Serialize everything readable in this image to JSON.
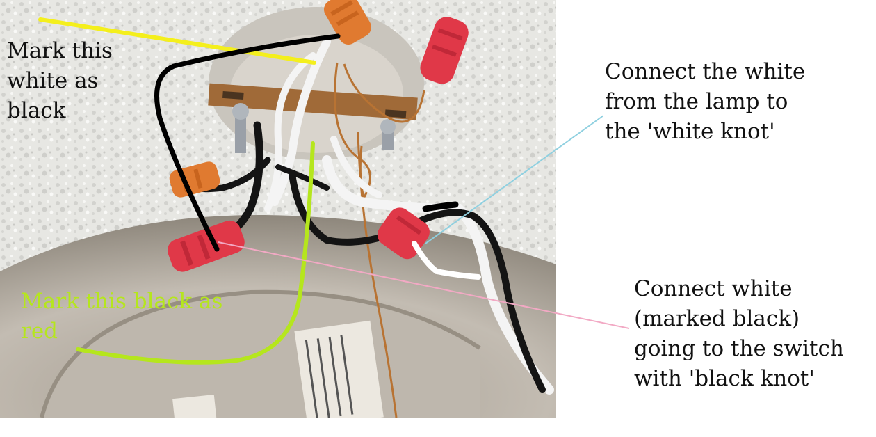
{
  "annotations": {
    "white_to_black": {
      "text": "Mark this\nwhite as\nblack",
      "color": "#111111"
    },
    "black_to_red": {
      "text": "Mark this black as\nred",
      "color": "#b5e61d"
    },
    "white_lamp": {
      "text": "Connect the white\nfrom the lamp to\nthe 'white knot'",
      "color": "#111111"
    },
    "switch": {
      "text": "Connect white\n(marked black)\ngoing to the switch\nwith 'black knot'",
      "color": "#111111"
    }
  },
  "colors": {
    "yellow_marker": "#f4ef1c",
    "green_marker": "#b5e61d",
    "blue_pointer": "#8fd0e0",
    "pink_pointer": "#f2a9c4",
    "wire_black": "#121212",
    "wire_white": "#f4f4f4",
    "wire_nut_orange": "#e07a30",
    "wire_nut_red": "#e03848",
    "ceiling": "#e8e8e4",
    "fixture": "#b8b0a4"
  }
}
